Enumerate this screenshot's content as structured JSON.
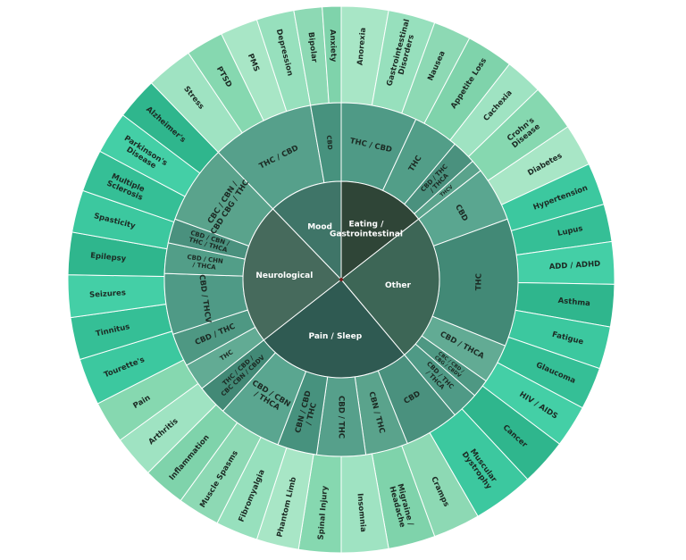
{
  "colors": {
    "center_dark": "#2e4536",
    "inner": "#3b6b5e",
    "mid": "#4f9a86",
    "outer": "#8fd9b8",
    "outer_light": "#a6e8c8",
    "teal": "#3ec5a0",
    "text_light": "#ffffff",
    "text_dark": "#1c2b24"
  },
  "categories": [
    {
      "label": "Eating / Gastrointestinal",
      "color": "#2f4537",
      "start": 0,
      "end": 52,
      "cannabinoids": [
        {
          "label": "THC / CBD",
          "start": 0,
          "end": 25
        },
        {
          "label": "THC",
          "start": 25,
          "end": 40
        },
        {
          "label": "CBD / THC / THCA",
          "start": 40,
          "end": 48
        },
        {
          "label": "THCV",
          "start": 48,
          "end": 52
        }
      ],
      "conditions": [
        {
          "label": "Anorexia",
          "start": 0,
          "end": 10
        },
        {
          "label": "Gastrointestinal Disorders",
          "start": 10,
          "end": 20
        },
        {
          "label": "Nausea",
          "start": 20,
          "end": 28
        },
        {
          "label": "Appetite Loss",
          "start": 28,
          "end": 38
        },
        {
          "label": "Cachexia",
          "start": 38,
          "end": 46
        },
        {
          "label": "Crohn's Disease",
          "start": 46,
          "end": 56
        },
        {
          "label": "Diabetes",
          "start": 56,
          "end": 65
        }
      ]
    },
    {
      "label": "Other",
      "color": "#3d6656",
      "start": 52,
      "end": 140,
      "cannabinoids": [
        {
          "label": "CBD",
          "start": 52,
          "end": 70
        },
        {
          "label": "THC",
          "start": 70,
          "end": 112
        },
        {
          "label": "CBD / THCA",
          "start": 112,
          "end": 125
        },
        {
          "label": "CBC / CBD / CBG / CBDV",
          "start": 125,
          "end": 131
        },
        {
          "label": "CBD / THC / THCA",
          "start": 131,
          "end": 140
        }
      ],
      "conditions": [
        {
          "label": "Hypertension",
          "start": 65,
          "end": 74
        },
        {
          "label": "Lupus",
          "start": 74,
          "end": 82
        },
        {
          "label": "ADD / ADHD",
          "start": 82,
          "end": 91
        },
        {
          "label": "Asthma",
          "start": 91,
          "end": 100
        },
        {
          "label": "Fatigue",
          "start": 100,
          "end": 109
        },
        {
          "label": "Glaucoma",
          "start": 109,
          "end": 118
        },
        {
          "label": "HIV / AIDS",
          "start": 118,
          "end": 127
        },
        {
          "label": "Cancer",
          "start": 127,
          "end": 137
        },
        {
          "label": "Muscular Dystrophy",
          "start": 137,
          "end": 150
        }
      ]
    },
    {
      "label": "Pain / Sleep",
      "color": "#2f5a52",
      "start": 140,
      "end": 232,
      "cannabinoids": [
        {
          "label": "CBD",
          "start": 140,
          "end": 158
        },
        {
          "label": "CBN / THC",
          "start": 158,
          "end": 172
        },
        {
          "label": "CBD / THC",
          "start": 172,
          "end": 188
        },
        {
          "label": "CBN / CBD / THC",
          "start": 188,
          "end": 201
        },
        {
          "label": "CBD / CBN / THCA",
          "start": 201,
          "end": 222
        },
        {
          "label": "THC / CBD / CBC CBN / CBDV",
          "start": 222,
          "end": 232
        }
      ],
      "conditions": [
        {
          "label": "Cramps",
          "start": 150,
          "end": 160
        },
        {
          "label": "Migraine / Headache",
          "start": 160,
          "end": 170
        },
        {
          "label": "Insomnia",
          "start": 170,
          "end": 180
        },
        {
          "label": "Spinal Injury",
          "start": 180,
          "end": 189
        },
        {
          "label": "Phantom Limb",
          "start": 189,
          "end": 198
        },
        {
          "label": "Fibromyalgia",
          "start": 198,
          "end": 207
        },
        {
          "label": "Muscle Spasms",
          "start": 207,
          "end": 216
        },
        {
          "label": "Inflammation",
          "start": 216,
          "end": 225
        },
        {
          "label": "Arthritis",
          "start": 225,
          "end": 234
        },
        {
          "label": "Pain",
          "start": 234,
          "end": 243
        }
      ]
    },
    {
      "label": "Neurological",
      "color": "#466a5c",
      "start": 232,
      "end": 316,
      "cannabinoids": [
        {
          "label": "THC",
          "start": 232,
          "end": 241
        },
        {
          "label": "CBD / THC",
          "start": 241,
          "end": 252
        },
        {
          "label": "CBD / THCV",
          "start": 252,
          "end": 272
        },
        {
          "label": "CBD / CHN / THCA",
          "start": 272,
          "end": 282
        },
        {
          "label": "CBD / CBN / THC / THCA",
          "start": 282,
          "end": 290
        },
        {
          "label": "CBC / CBN / CBD CBG / THC",
          "start": 290,
          "end": 316
        }
      ],
      "conditions": [
        {
          "label": "Tourette's",
          "start": 243,
          "end": 253
        },
        {
          "label": "Tinnitus",
          "start": 253,
          "end": 262
        },
        {
          "label": "Seizures",
          "start": 262,
          "end": 271
        },
        {
          "label": "Epilepsy",
          "start": 271,
          "end": 280
        },
        {
          "label": "Spasticity",
          "start": 280,
          "end": 289
        },
        {
          "label": "Multiple Sclerosis",
          "start": 289,
          "end": 298
        },
        {
          "label": "Parkinson's Disease",
          "start": 298,
          "end": 307
        },
        {
          "label": "Alzheimer's",
          "start": 307,
          "end": 316
        }
      ]
    },
    {
      "label": "Mood",
      "color": "#3f7568",
      "start": 316,
      "end": 360,
      "cannabinoids": [
        {
          "label": "THC / CBD",
          "start": 316,
          "end": 350
        },
        {
          "label": "CBD",
          "start": 350,
          "end": 360
        }
      ],
      "conditions": [
        {
          "label": "Stress",
          "start": 316,
          "end": 326
        },
        {
          "label": "PTSD",
          "start": 326,
          "end": 334
        },
        {
          "label": "PMS",
          "start": 334,
          "end": 342
        },
        {
          "label": "Depression",
          "start": 342,
          "end": 350
        },
        {
          "label": "Bipolar",
          "start": 350,
          "end": 356
        },
        {
          "label": "Anxiety",
          "start": 356,
          "end": 360
        }
      ]
    }
  ]
}
